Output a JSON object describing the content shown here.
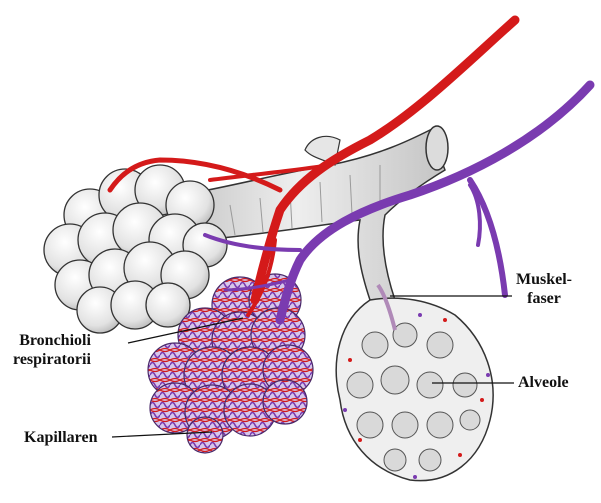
{
  "labels": {
    "muskel_line1": "Muskel-",
    "muskel_line2": "faser",
    "alveole": "Alveole",
    "bronchioli_line1": "Bronchioli",
    "bronchioli_line2": "respiratorii",
    "kapillaren": "Kapillaren"
  },
  "colors": {
    "artery": "#d41a1a",
    "vein": "#7a3bb0",
    "tissue_fill": "#eeeeee",
    "outline": "#333333"
  }
}
